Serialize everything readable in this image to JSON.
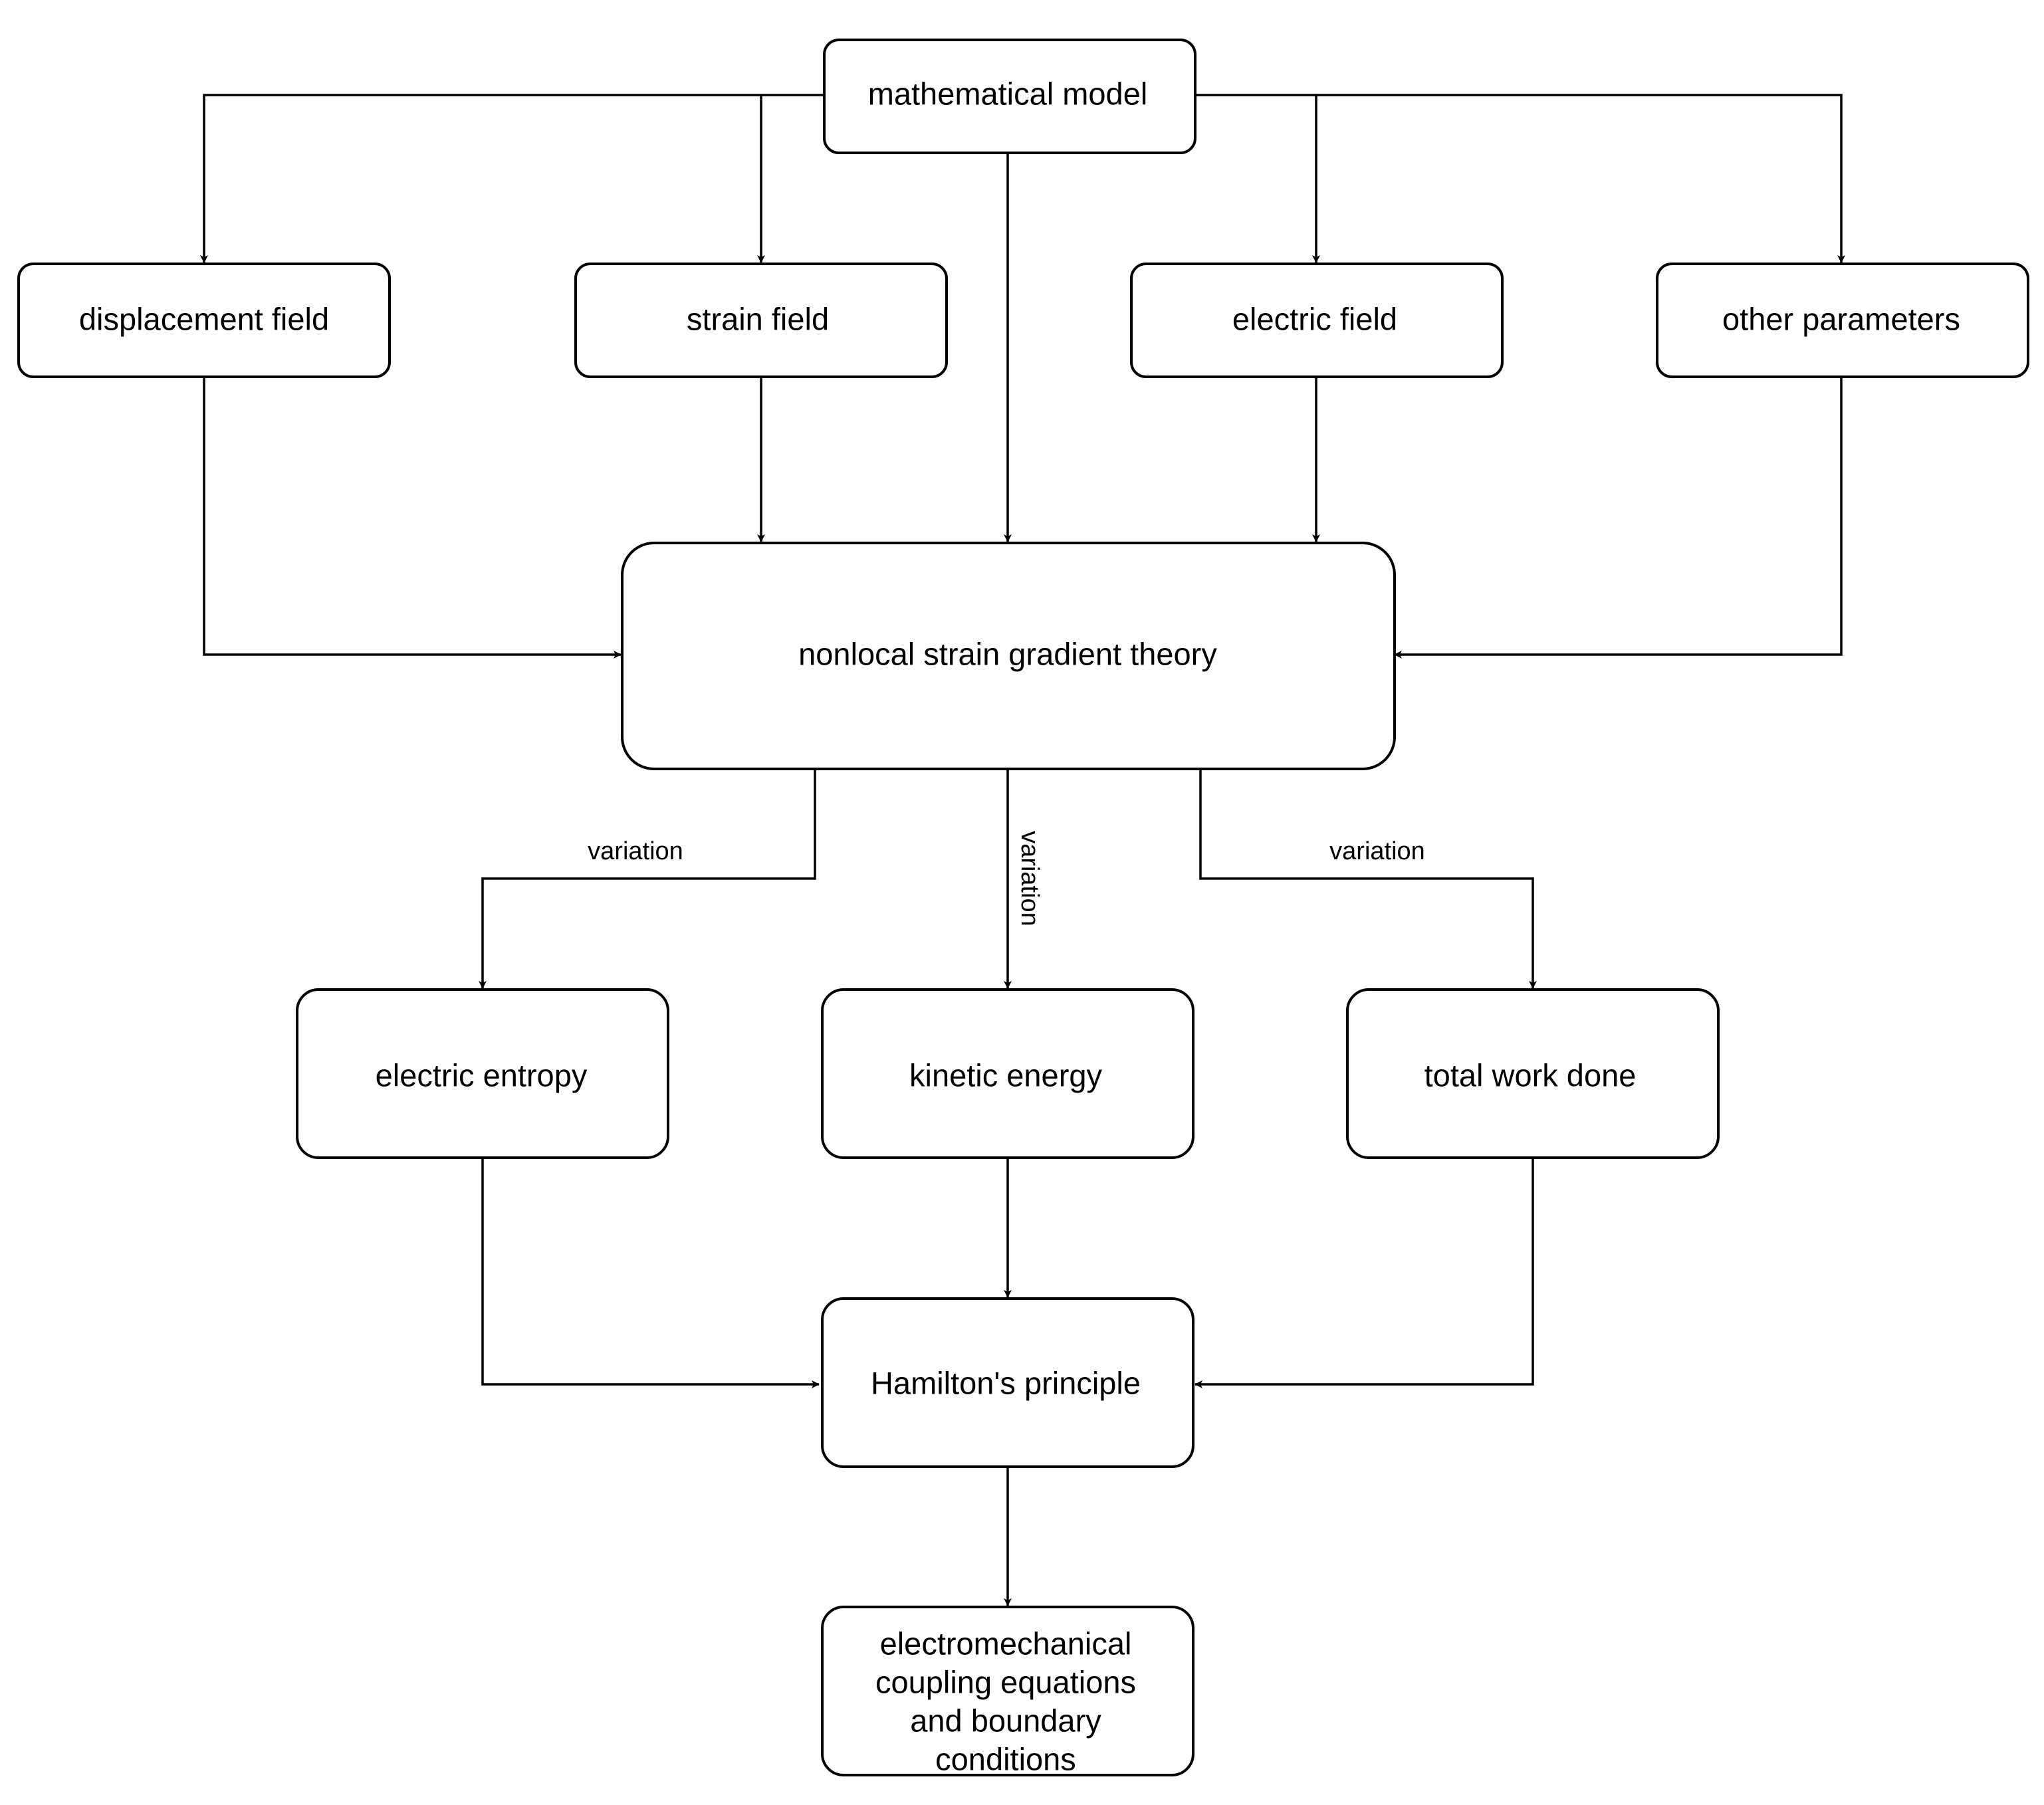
{
  "nodes": {
    "mathematical_model": "mathematical model",
    "displacement_field": "displacement field",
    "strain_field": "strain field",
    "electric_field": "electric field",
    "other_parameters": "other parameters",
    "nonlocal_theory": "nonlocal strain gradient theory",
    "electric_entropy": "electric entropy",
    "kinetic_energy": "kinetic energy",
    "total_work_done": "total work done",
    "hamilton": "Hamilton's principle",
    "output": [
      "electromechanical",
      "coupling equations",
      "and boundary",
      "conditions"
    ]
  },
  "edge_labels": {
    "left": "variation",
    "center": "variation",
    "right": "variation"
  }
}
